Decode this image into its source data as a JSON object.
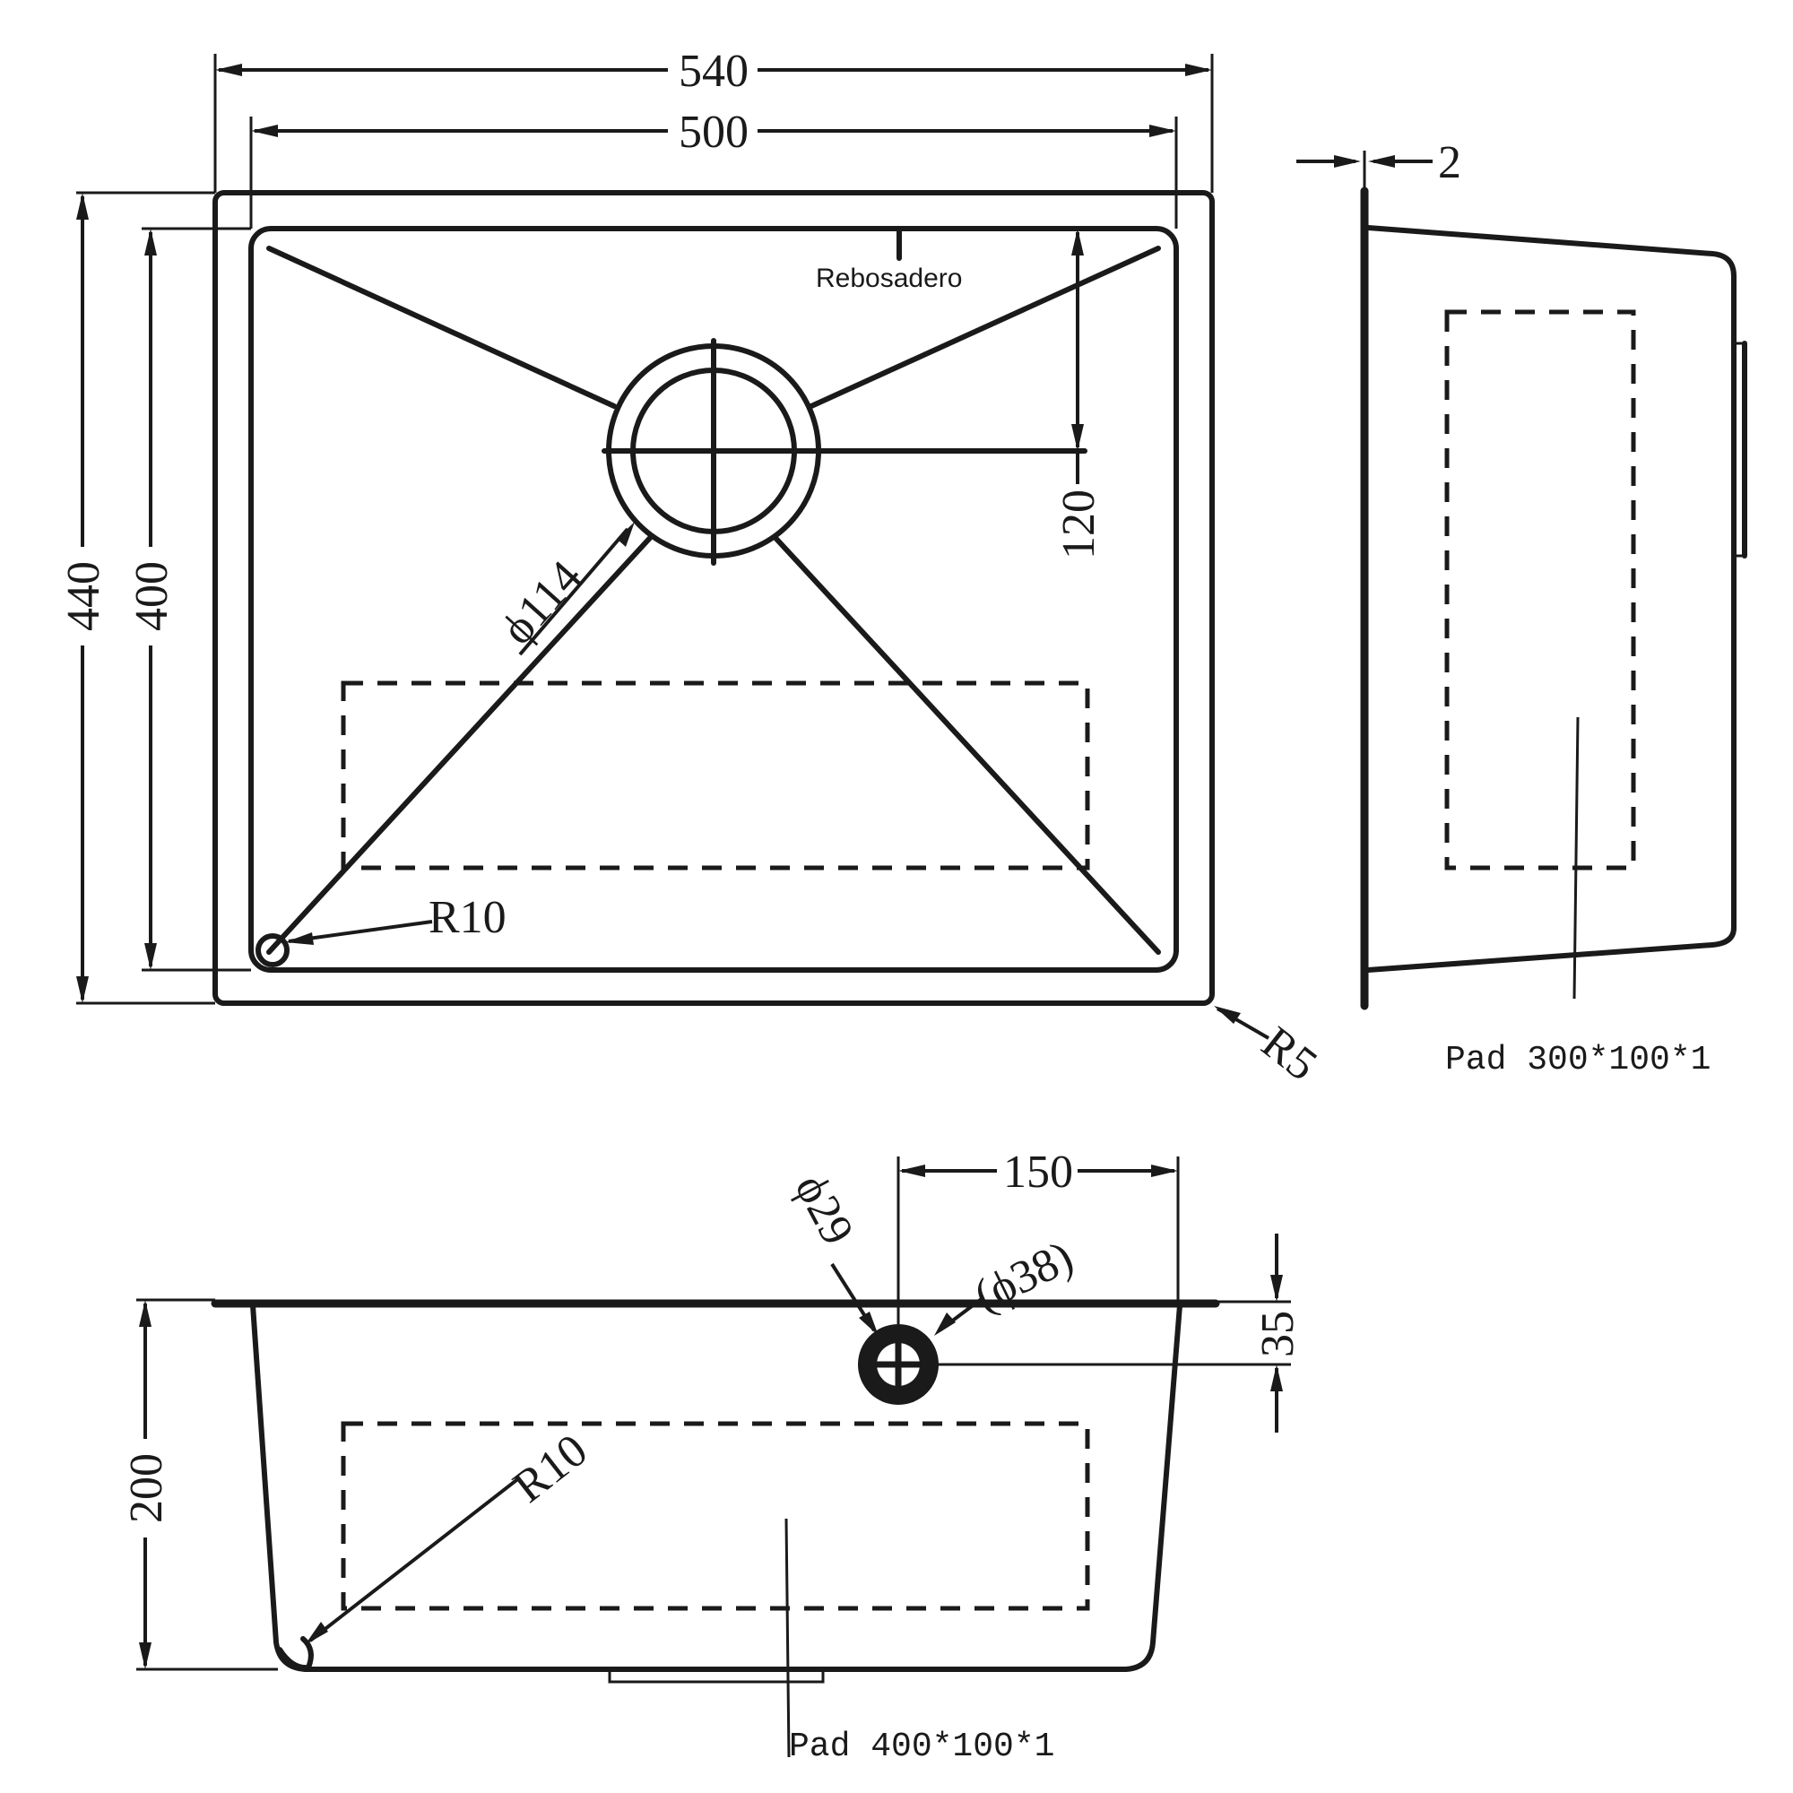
{
  "top_view": {
    "width_outer": "540",
    "width_inner": "500",
    "height_outer": "440",
    "height_inner": "400",
    "drain_offset": "120",
    "drain_diameter": "ϕ114",
    "corner_radius_inner": "R10",
    "corner_radius_outer": "R5",
    "overflow_label": "Rebosadero"
  },
  "side_view": {
    "thickness": "2",
    "pad_label": "Pad 300*100*1"
  },
  "front_view": {
    "overflow_offset": "150",
    "overflow_hole_diameter": "ϕ29",
    "overflow_ring_diameter": "(ϕ38)",
    "overflow_depth": "35",
    "depth": "200",
    "corner_radius": "R10",
    "pad_label": "Pad 400*100*1"
  }
}
